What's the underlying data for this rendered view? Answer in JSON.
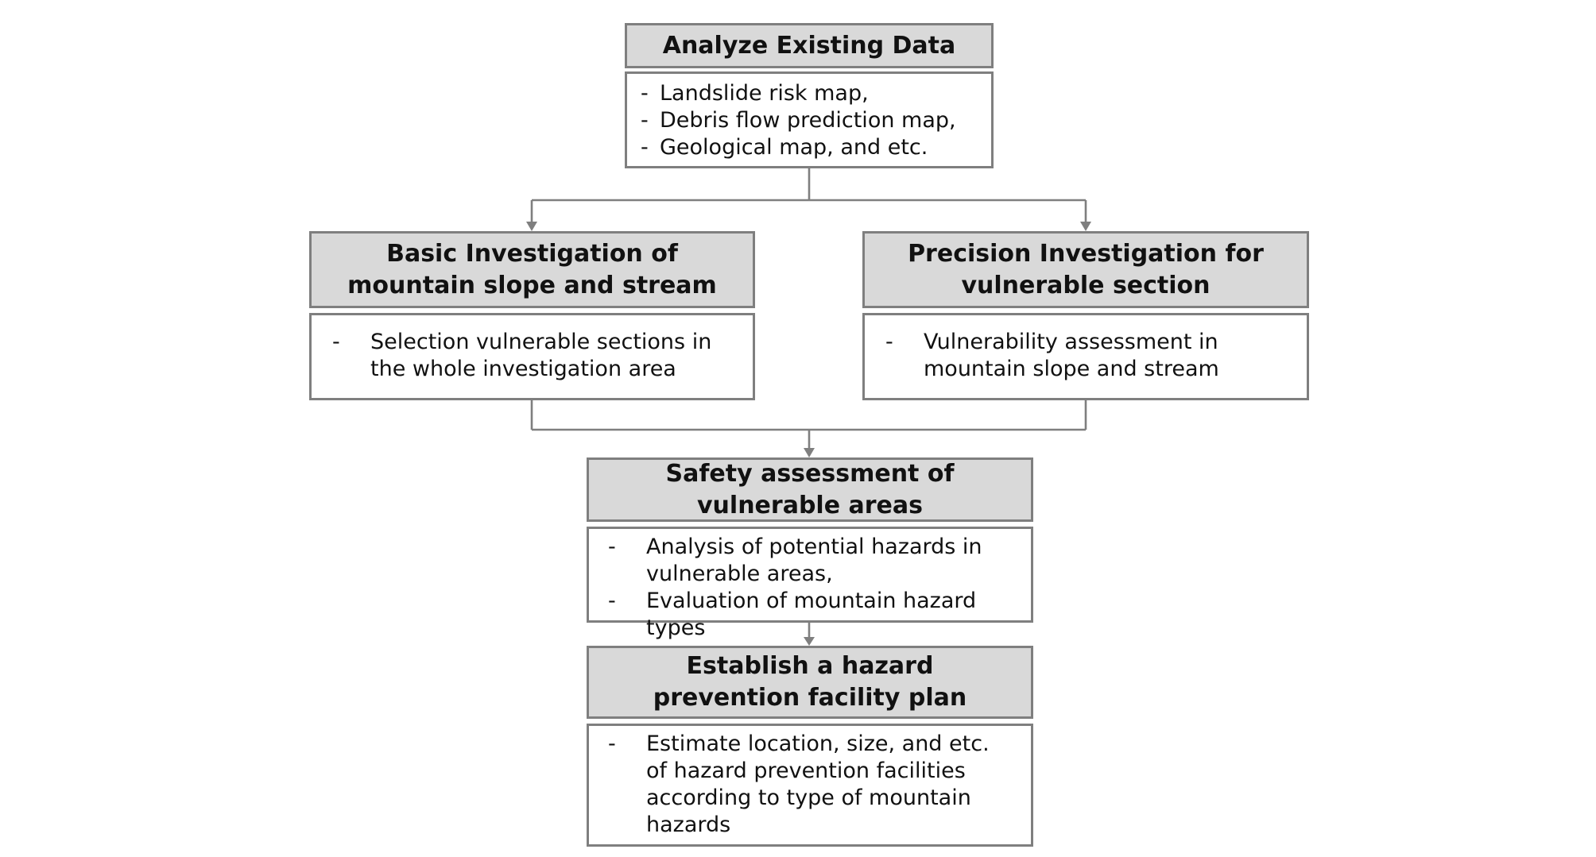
{
  "steps": {
    "analyze": {
      "title": "Analyze Existing Data",
      "items": [
        "Landslide risk map,",
        "Debris flow prediction map,",
        "Geological map, and etc."
      ]
    },
    "basic": {
      "title": "Basic Investigation of mountain slope and stream",
      "items": [
        "Selection vulnerable sections in the whole investigation area"
      ]
    },
    "precision": {
      "title": "Precision Investigation for vulnerable section",
      "items": [
        "Vulnerability assessment in mountain slope and stream"
      ]
    },
    "safety": {
      "title": "Safety assessment of vulnerable areas",
      "items": [
        "Analysis of potential hazards in vulnerable areas,",
        "Evaluation of mountain hazard types"
      ]
    },
    "establish": {
      "title": "Establish a hazard prevention facility plan",
      "items": [
        "Estimate location, size, and etc. of hazard prevention facilities according to type of mountain hazards"
      ]
    }
  },
  "colors": {
    "header_fill": "#d9d9d9",
    "border": "#7f7f7f",
    "connector": "#7f7f7f"
  }
}
